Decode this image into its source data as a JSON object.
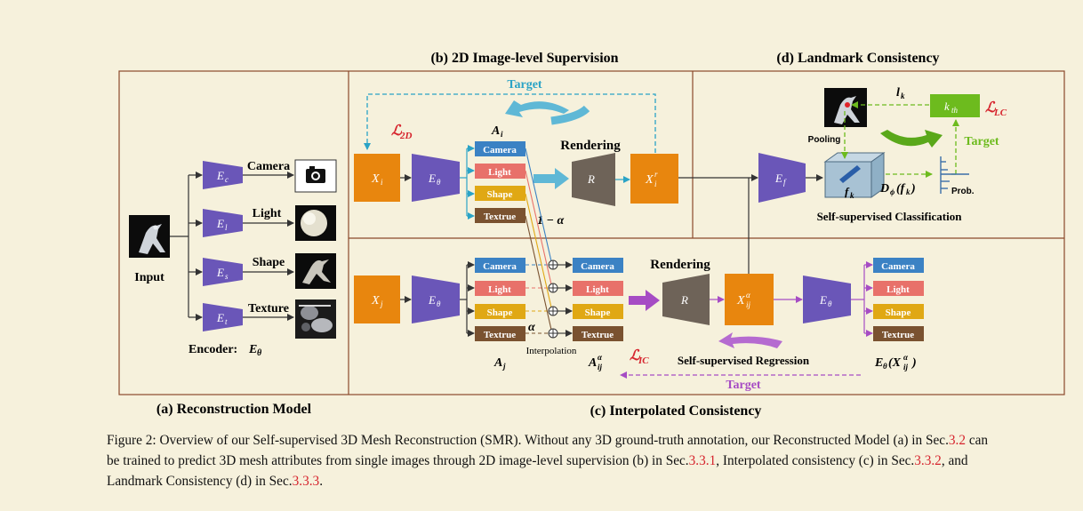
{
  "panels": {
    "a": "(a) Reconstruction Model",
    "b": "(b) 2D Image-level Supervision",
    "c": "(c) Interpolated Consistency",
    "d": "(d) Landmark Consistency"
  },
  "panel_a": {
    "input_label": "Input",
    "encoder_label": "Encoder:",
    "encoders": [
      {
        "sub": "c",
        "label": "Camera"
      },
      {
        "sub": "l",
        "label": "Light"
      },
      {
        "sub": "s",
        "label": "Shape"
      },
      {
        "sub": "t",
        "label": "Texture"
      }
    ]
  },
  "panel_b": {
    "target": "Target",
    "loss": "2D",
    "ai_label": "A",
    "attr_boxes": [
      "Camera",
      "Light",
      "Shape",
      "Textrue"
    ],
    "rendering": "Rendering",
    "renderer": "R",
    "one_minus_alpha": "1 − α"
  },
  "panel_c": {
    "attr_boxes": [
      "Camera",
      "Light",
      "Shape",
      "Textrue"
    ],
    "rendering": "Rendering",
    "renderer": "R",
    "alpha": "α",
    "interpolation": "Interpolation",
    "aj": "A",
    "loss": "IC",
    "regression": "Self-supervised Regression",
    "target": "Target"
  },
  "panel_d": {
    "pooling": "Pooling",
    "target": "Target",
    "loss": "LC",
    "classification": "Self-supervised Classification",
    "prob": "Prob."
  },
  "colors": {
    "encoder": "#6a56b8",
    "image_box": "#e8860e",
    "renderer": "#6e6358",
    "camera": "#3b82c4",
    "light": "#e8716a",
    "shape": "#e0a814",
    "texture": "#7a5230",
    "target_blue": "#2aa3c6",
    "target_purple": "#a64cc4",
    "target_green": "#6dbb1e",
    "loss_red": "#d6242d"
  },
  "caption": {
    "lead": "Figure 2: Overview of our Self-supervised 3D Mesh Reconstruction (SMR). Without any 3D ground-truth annotation, our Reconstructed Model (a) in Sec.",
    "ref1": "3.2",
    "mid1": " can be trained to predict 3D mesh attributes from single images through 2D image-level supervision (b) in Sec.",
    "ref2": "3.3.1",
    "mid2": ", Interpolated consistency (c) in Sec.",
    "ref3": "3.3.2",
    "mid3": ", and Landmark Consistency (d) in Sec.",
    "ref4": "3.3.3",
    "end": "."
  }
}
